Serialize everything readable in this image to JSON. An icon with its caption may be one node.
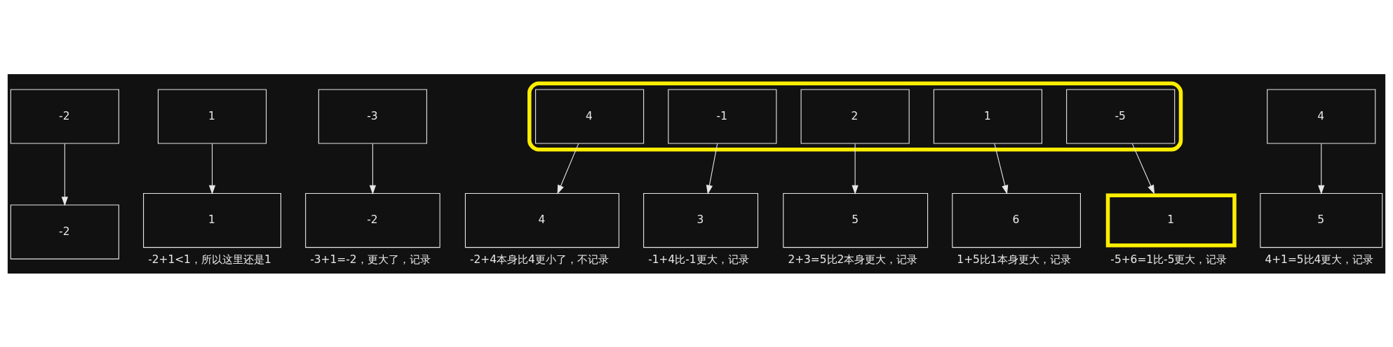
{
  "diagram": {
    "nodes": [
      {
        "text": [
          "-2"
        ]
      },
      {
        "text": [
          "1"
        ]
      },
      {
        "text": [
          "-3"
        ]
      },
      {
        "text": [],
        "shape": "box"
      },
      {
        "text": [
          "4"
        ],
        "in": 3
      },
      {
        "text": [
          "-1"
        ],
        "in": 3
      },
      {
        "text": [
          "2"
        ],
        "in": 3
      },
      {
        "text": [
          "1"
        ],
        "in": 3
      },
      {
        "text": [
          "-5"
        ],
        "in": 3
      },
      {
        "text": [
          "4"
        ]
      },
      {
        "text": [
          "-2"
        ]
      },
      {
        "text": [
          "1"
        ],
        "beside": [
          "-2+1<1，所以这里还是1"
        ]
      },
      {
        "text": [
          "-2"
        ],
        "beside": [
          "-3+1=-2，更大了，记录"
        ]
      },
      {
        "text": [
          "4"
        ],
        "beside": [
          "-2+4本身比4更小了，不记录"
        ]
      },
      {
        "text": [
          "3"
        ],
        "beside": [
          "-1+4比-1更大，记录"
        ]
      },
      {
        "text": [
          "5"
        ],
        "beside": [
          "2+3=5比2本身更大，记录"
        ]
      },
      {
        "text": [
          "6"
        ],
        "beside": [
          "1+5比1本身更大，记录"
        ]
      },
      {
        "text": [
          "1"
        ],
        "beside": [
          "-5+6=1比-5更大，记录"
        ]
      },
      {
        "text": [
          "5"
        ],
        "beside": [
          "4+1=5比4更大，记录"
        ]
      }
    ],
    "edges": [
      {
        "from": 0,
        "to": 10,
        "arrow": "to"
      },
      {
        "from": 1,
        "to": 11,
        "arrow": "to"
      },
      {
        "from": 2,
        "to": 12,
        "arrow": "to"
      },
      {
        "from": 4,
        "to": 13,
        "arrow": "to"
      },
      {
        "from": 5,
        "to": 14,
        "arrow": "to"
      },
      {
        "from": 6,
        "to": 15,
        "arrow": "to"
      },
      {
        "from": 7,
        "to": 16,
        "arrow": "to"
      },
      {
        "from": 8,
        "to": 17,
        "arrow": "to"
      },
      {
        "from": 9,
        "to": 18,
        "arrow": "to"
      }
    ]
  }
}
